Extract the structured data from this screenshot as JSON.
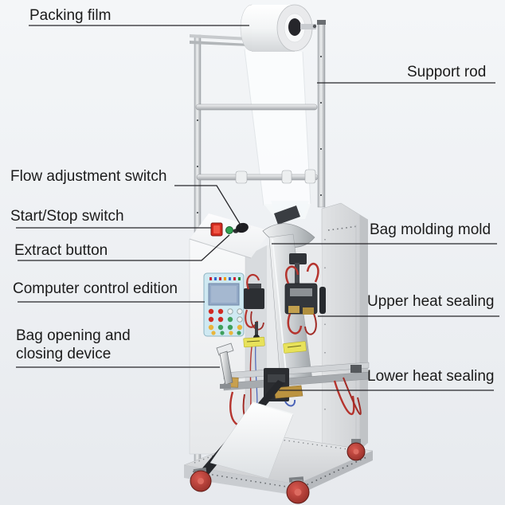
{
  "annotations": {
    "packing_film": "Packing film",
    "support_rod": "Support rod",
    "flow_adjustment_switch": "Flow adjustment switch",
    "start_stop_switch": "Start/Stop switch",
    "extract_button": "Extract button",
    "computer_control_edition": "Computer control edition",
    "bag_opening_closing_line1": "Bag opening and",
    "bag_opening_closing_line2": "closing device",
    "bag_molding_mold": "Bag molding mold",
    "upper_heat_sealing": "Upper heat sealing",
    "lower_heat_sealing": "Lower heat sealing"
  },
  "colors": {
    "background": "#eef0f3",
    "label_text": "#1b1b1b",
    "annotation_line": "#26262a",
    "machine_body": "#e9ebed",
    "control_panel_blue": "#cfe9f2",
    "lcd_screen": "#93a9c6",
    "start_stop_switch_red": "#d42b20",
    "extract_button_green": "#2f9e4f",
    "caster_wheel_red": "#b73230",
    "heater_wire_red": "#b5342e",
    "sealing_brass": "#bf9a48",
    "warning_label_yellow": "#e8e25a"
  }
}
